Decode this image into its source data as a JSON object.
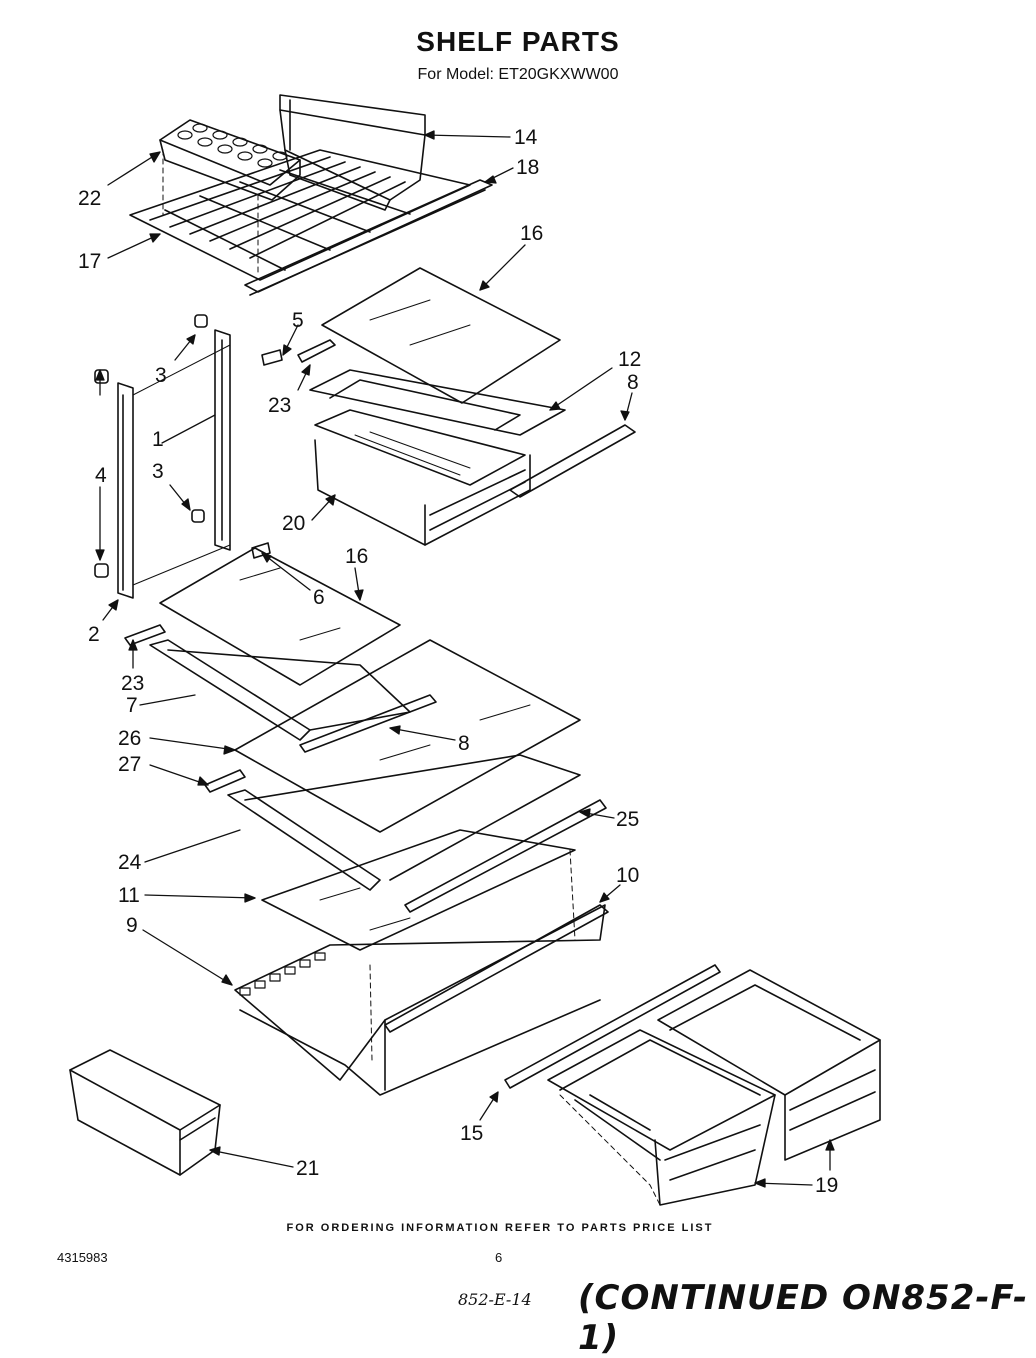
{
  "title": "SHELF PARTS",
  "subtitle": "For Model: ET20GKXWW00",
  "footer": "FOR ORDERING INFORMATION REFER TO PARTS PRICE LIST",
  "doc_number": "4315983",
  "page_number": "6",
  "handwritten_ref": "852-E-14",
  "continued_note": "(CONTINUED ON852-F-1)",
  "callouts": {
    "c22": "22",
    "c17": "17",
    "c14": "14",
    "c18": "18",
    "c16a": "16",
    "c5": "5",
    "c3a": "3",
    "c23a": "23",
    "c12": "12",
    "c8a": "8",
    "c1": "1",
    "c4": "4",
    "c3b": "3",
    "c20": "20",
    "c16b": "16",
    "c6": "6",
    "c2": "2",
    "c23b": "23",
    "c7": "7",
    "c26": "26",
    "c8b": "8",
    "c27": "27",
    "c25": "25",
    "c24": "24",
    "c10": "10",
    "c11": "11",
    "c9": "9",
    "c15": "15",
    "c21": "21",
    "c19": "19"
  },
  "colors": {
    "ink": "#111111",
    "paper": "#ffffff"
  }
}
